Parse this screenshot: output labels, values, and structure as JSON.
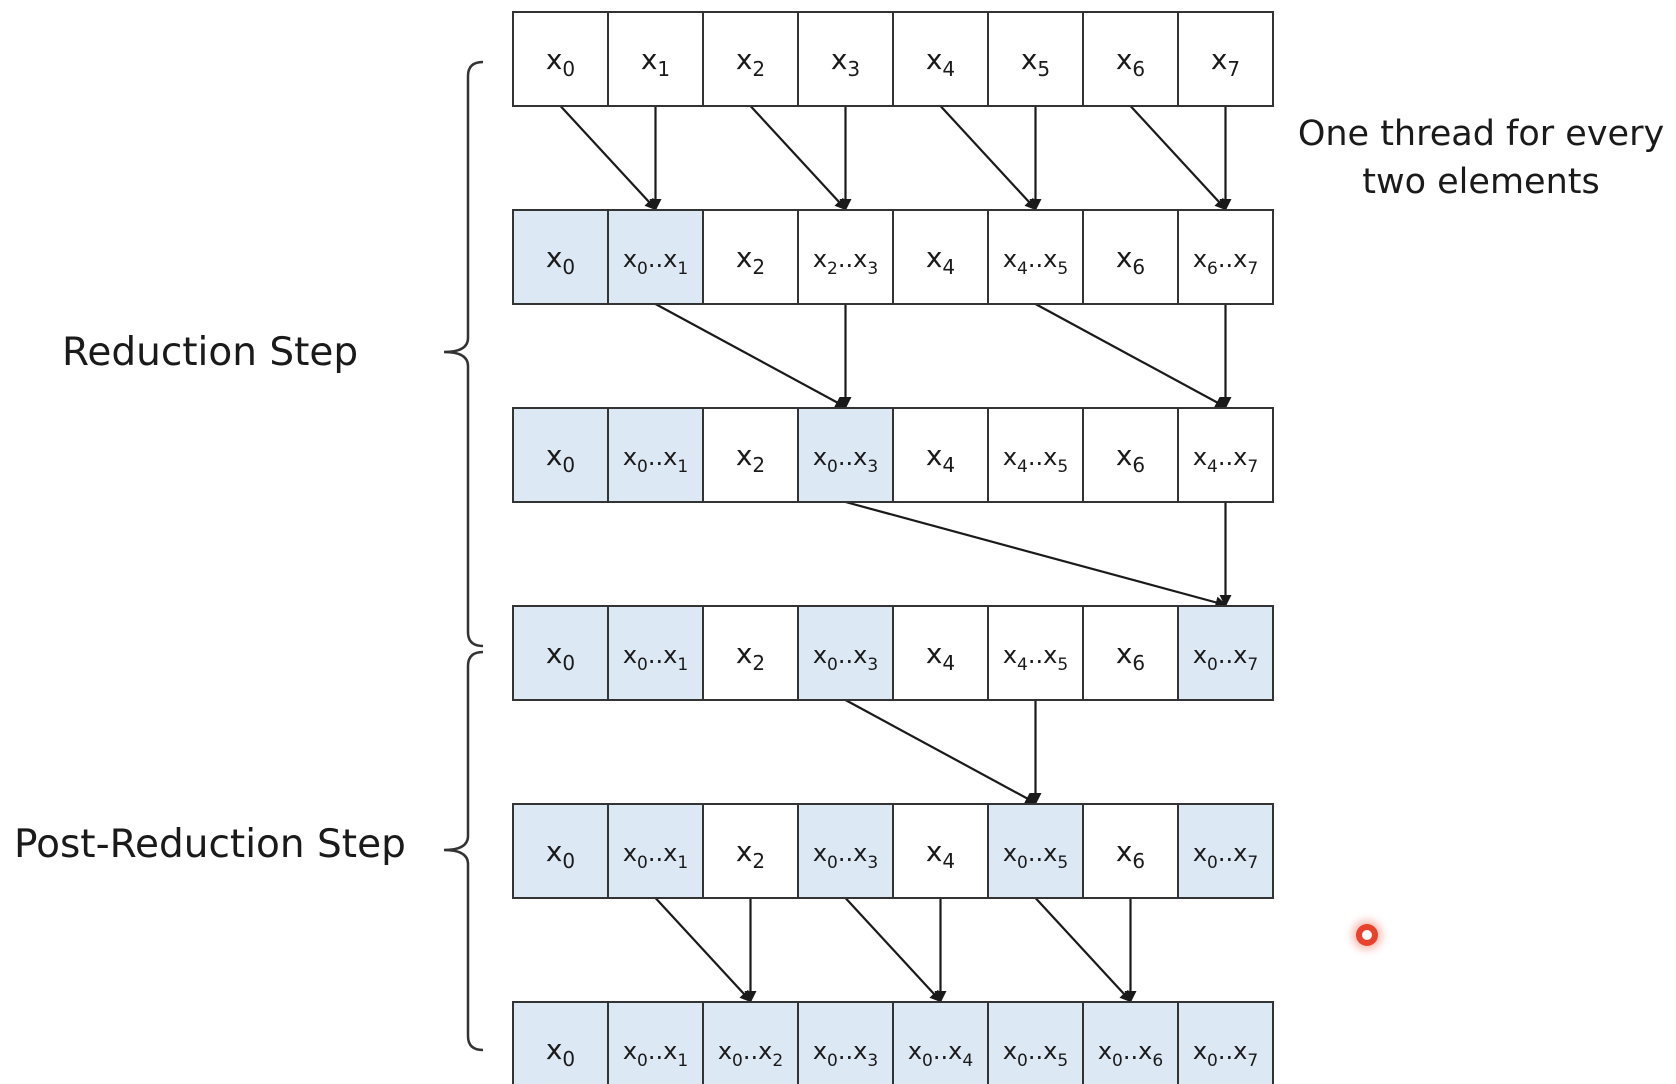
{
  "labels": {
    "reduction": "Reduction Step",
    "post_reduction": "Post-Reduction Step",
    "note_line1": "One thread for every",
    "note_line2": "two elements"
  },
  "colors": {
    "highlight": "#dde8f5",
    "plain": "#ffffff",
    "stroke": "#333333",
    "arrow": "#1a1a1a"
  },
  "rows": [
    {
      "cells": [
        {
          "b": "x",
          "s": "0",
          "hl": false
        },
        {
          "b": "x",
          "s": "1",
          "hl": false
        },
        {
          "b": "x",
          "s": "2",
          "hl": false
        },
        {
          "b": "x",
          "s": "3",
          "hl": false
        },
        {
          "b": "x",
          "s": "4",
          "hl": false
        },
        {
          "b": "x",
          "s": "5",
          "hl": false
        },
        {
          "b": "x",
          "s": "6",
          "hl": false
        },
        {
          "b": "x",
          "s": "7",
          "hl": false
        }
      ]
    },
    {
      "cells": [
        {
          "b": "x",
          "s": "0",
          "hl": true
        },
        {
          "b": "x",
          "s": "0",
          "b2": "x",
          "s2": "1",
          "hl": true
        },
        {
          "b": "x",
          "s": "2",
          "hl": false
        },
        {
          "b": "x",
          "s": "2",
          "b2": "x",
          "s2": "3",
          "hl": false
        },
        {
          "b": "x",
          "s": "4",
          "hl": false
        },
        {
          "b": "x",
          "s": "4",
          "b2": "x",
          "s2": "5",
          "hl": false
        },
        {
          "b": "x",
          "s": "6",
          "hl": false
        },
        {
          "b": "x",
          "s": "6",
          "b2": "x",
          "s2": "7",
          "hl": false
        }
      ]
    },
    {
      "cells": [
        {
          "b": "x",
          "s": "0",
          "hl": true
        },
        {
          "b": "x",
          "s": "0",
          "b2": "x",
          "s2": "1",
          "hl": true
        },
        {
          "b": "x",
          "s": "2",
          "hl": false
        },
        {
          "b": "x",
          "s": "0",
          "b2": "x",
          "s2": "3",
          "hl": true
        },
        {
          "b": "x",
          "s": "4",
          "hl": false
        },
        {
          "b": "x",
          "s": "4",
          "b2": "x",
          "s2": "5",
          "hl": false
        },
        {
          "b": "x",
          "s": "6",
          "hl": false
        },
        {
          "b": "x",
          "s": "4",
          "b2": "x",
          "s2": "7",
          "hl": false
        }
      ]
    },
    {
      "cells": [
        {
          "b": "x",
          "s": "0",
          "hl": true
        },
        {
          "b": "x",
          "s": "0",
          "b2": "x",
          "s2": "1",
          "hl": true
        },
        {
          "b": "x",
          "s": "2",
          "hl": false
        },
        {
          "b": "x",
          "s": "0",
          "b2": "x",
          "s2": "3",
          "hl": true
        },
        {
          "b": "x",
          "s": "4",
          "hl": false
        },
        {
          "b": "x",
          "s": "4",
          "b2": "x",
          "s2": "5",
          "hl": false
        },
        {
          "b": "x",
          "s": "6",
          "hl": false
        },
        {
          "b": "x",
          "s": "0",
          "b2": "x",
          "s2": "7",
          "hl": true
        }
      ]
    },
    {
      "cells": [
        {
          "b": "x",
          "s": "0",
          "hl": true
        },
        {
          "b": "x",
          "s": "0",
          "b2": "x",
          "s2": "1",
          "hl": true
        },
        {
          "b": "x",
          "s": "2",
          "hl": false
        },
        {
          "b": "x",
          "s": "0",
          "b2": "x",
          "s2": "3",
          "hl": true
        },
        {
          "b": "x",
          "s": "4",
          "hl": false
        },
        {
          "b": "x",
          "s": "0",
          "b2": "x",
          "s2": "5",
          "hl": true
        },
        {
          "b": "x",
          "s": "6",
          "hl": false
        },
        {
          "b": "x",
          "s": "0",
          "b2": "x",
          "s2": "7",
          "hl": true
        }
      ]
    },
    {
      "cells": [
        {
          "b": "x",
          "s": "0",
          "hl": true
        },
        {
          "b": "x",
          "s": "0",
          "b2": "x",
          "s2": "1",
          "hl": true
        },
        {
          "b": "x",
          "s": "0",
          "b2": "x",
          "s2": "2",
          "hl": true
        },
        {
          "b": "x",
          "s": "0",
          "b2": "x",
          "s2": "3",
          "hl": true
        },
        {
          "b": "x",
          "s": "0",
          "b2": "x",
          "s2": "4",
          "hl": true
        },
        {
          "b": "x",
          "s": "0",
          "b2": "x",
          "s2": "5",
          "hl": true
        },
        {
          "b": "x",
          "s": "0",
          "b2": "x",
          "s2": "6",
          "hl": true
        },
        {
          "b": "x",
          "s": "0",
          "b2": "x",
          "s2": "7",
          "hl": true
        }
      ]
    }
  ],
  "edges": [
    {
      "from_row": 0,
      "from_col": 0,
      "to_row": 1,
      "to_col": 1
    },
    {
      "from_row": 0,
      "from_col": 1,
      "to_row": 1,
      "to_col": 1
    },
    {
      "from_row": 0,
      "from_col": 2,
      "to_row": 1,
      "to_col": 3
    },
    {
      "from_row": 0,
      "from_col": 3,
      "to_row": 1,
      "to_col": 3
    },
    {
      "from_row": 0,
      "from_col": 4,
      "to_row": 1,
      "to_col": 5
    },
    {
      "from_row": 0,
      "from_col": 5,
      "to_row": 1,
      "to_col": 5
    },
    {
      "from_row": 0,
      "from_col": 6,
      "to_row": 1,
      "to_col": 7
    },
    {
      "from_row": 0,
      "from_col": 7,
      "to_row": 1,
      "to_col": 7
    },
    {
      "from_row": 1,
      "from_col": 1,
      "to_row": 2,
      "to_col": 3
    },
    {
      "from_row": 1,
      "from_col": 3,
      "to_row": 2,
      "to_col": 3
    },
    {
      "from_row": 1,
      "from_col": 5,
      "to_row": 2,
      "to_col": 7
    },
    {
      "from_row": 1,
      "from_col": 7,
      "to_row": 2,
      "to_col": 7
    },
    {
      "from_row": 2,
      "from_col": 3,
      "to_row": 3,
      "to_col": 7
    },
    {
      "from_row": 2,
      "from_col": 7,
      "to_row": 3,
      "to_col": 7
    },
    {
      "from_row": 3,
      "from_col": 3,
      "to_row": 4,
      "to_col": 5
    },
    {
      "from_row": 3,
      "from_col": 5,
      "to_row": 4,
      "to_col": 5
    },
    {
      "from_row": 4,
      "from_col": 1,
      "to_row": 5,
      "to_col": 2
    },
    {
      "from_row": 4,
      "from_col": 2,
      "to_row": 5,
      "to_col": 2
    },
    {
      "from_row": 4,
      "from_col": 3,
      "to_row": 5,
      "to_col": 4
    },
    {
      "from_row": 4,
      "from_col": 4,
      "to_row": 5,
      "to_col": 4
    },
    {
      "from_row": 4,
      "from_col": 5,
      "to_row": 5,
      "to_col": 6
    },
    {
      "from_row": 4,
      "from_col": 6,
      "to_row": 5,
      "to_col": 6
    }
  ]
}
